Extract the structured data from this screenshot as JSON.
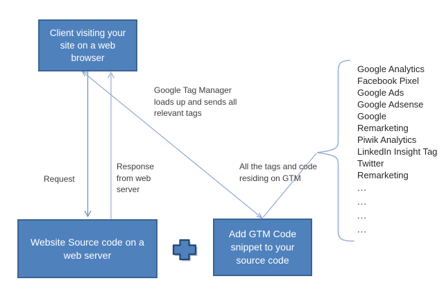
{
  "colors": {
    "box_fill": "#4f81bd",
    "box_border": "#3a6492",
    "box_text": "#ffffff",
    "plus_fill": "#4f81bd",
    "plus_border": "#24476f",
    "plus_shadow": "#b9c7dd",
    "request_line": "#7b97c6",
    "response_line": "#c7d2e5",
    "response_arrowhead": "#aebfdc",
    "diagonal_line": "#92aed9",
    "brace": "#9ab4da",
    "label_text": "#3d3d3d",
    "list_text": "#262626",
    "background": "#ffffff"
  },
  "boxes": {
    "client": {
      "label": "Client visiting your site on a web browser"
    },
    "web_server": {
      "label": "Website Source code on a web server"
    },
    "gtm_snippet": {
      "label": "Add GTM Code snippet to your source code"
    }
  },
  "arrow_labels": {
    "request": "Request",
    "response": "Response from web server",
    "gtm_loads": "Google Tag Manager loads up and sends all relevant tags",
    "tags_on_gtm": "All the tags and code residing on GTM"
  },
  "icons": {
    "plus_icon": "plus",
    "brace_icon": "left-curly-brace"
  },
  "tag_list": [
    "Google Analytics",
    "Facebook Pixel",
    "Google Ads",
    "Google Adsense",
    "Google",
    "Remarketing",
    "Piwik Analytics",
    "LinkedIn Insight Tag",
    "Twitter",
    "Remarketing",
    "...",
    "...",
    "...",
    "..."
  ]
}
